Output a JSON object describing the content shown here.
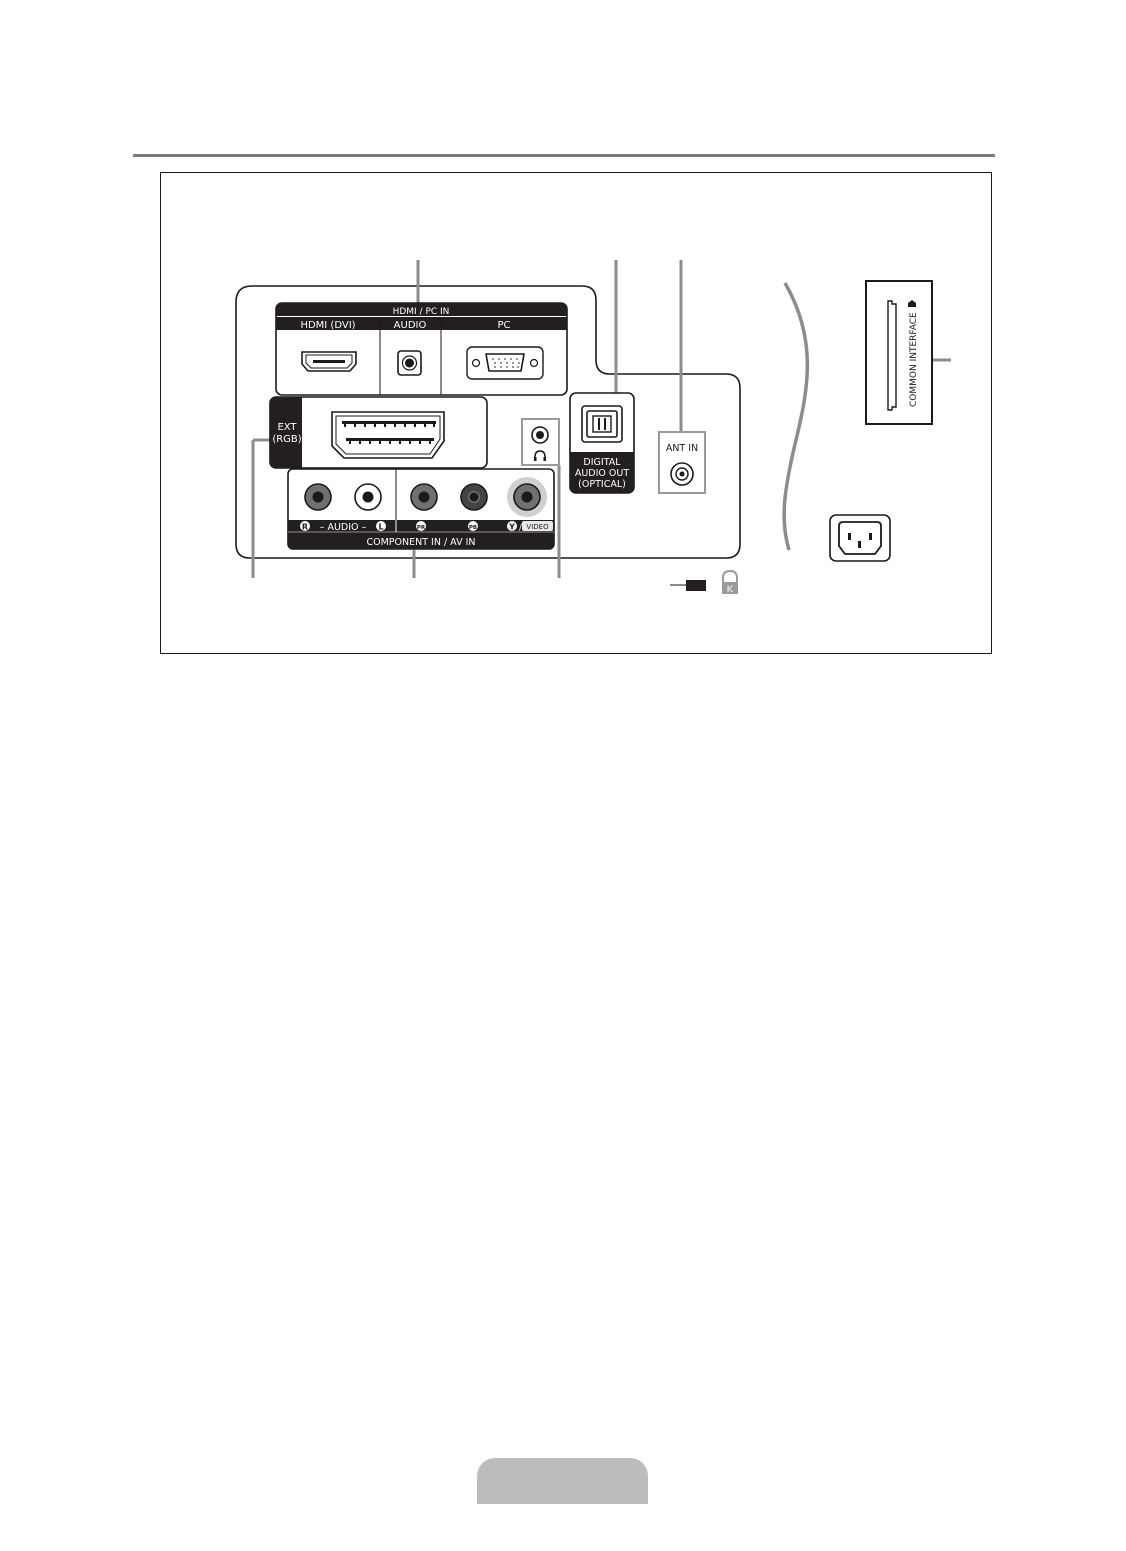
{
  "diagram": {
    "type": "tv-rear-panel-connectors",
    "hdmi_pc_group": {
      "title": "HDMI / PC IN",
      "columns": [
        "HDMI (DVI)",
        "AUDIO",
        "PC"
      ]
    },
    "ext": {
      "line1": "EXT",
      "line2": "(RGB)"
    },
    "component_group": {
      "title": "COMPONENT IN / AV IN",
      "audio_label": "– AUDIO –",
      "audio_r": "R",
      "audio_l": "L",
      "pr": "PR",
      "pb": "PB",
      "y": "Y",
      "video": "VIDEO"
    },
    "digital_audio": {
      "line1": "DIGITAL",
      "line2": "AUDIO OUT",
      "line3": "(OPTICAL)"
    },
    "ant_in": "ANT IN",
    "common_interface": "COMMON INTERFACE",
    "kensington_letter": "K",
    "colors": {
      "line": "#1a1a1a",
      "callout": "#8c8c8c",
      "label_bg": "#231f20",
      "page_tab": "#bcbcbc"
    }
  }
}
